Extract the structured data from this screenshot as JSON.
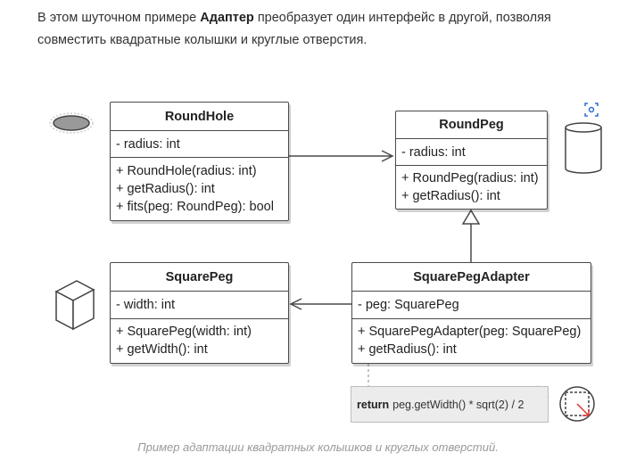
{
  "intro": {
    "pre": "В этом шуточном примере ",
    "bold": "Адаптер",
    "post": " преобразует один интерфейс в другой, позволяя совместить квадратные колышки и круглые отверстия."
  },
  "classes": {
    "round_hole": {
      "name": "RoundHole",
      "fields": [
        "- radius: int"
      ],
      "methods": [
        "+ RoundHole(radius: int)",
        "+ getRadius(): int",
        "+ fits(peg: RoundPeg): bool"
      ]
    },
    "round_peg": {
      "name": "RoundPeg",
      "fields": [
        "- radius: int"
      ],
      "methods": [
        "+ RoundPeg(radius: int)",
        "+ getRadius(): int"
      ]
    },
    "square_peg": {
      "name": "SquarePeg",
      "fields": [
        "- width: int"
      ],
      "methods": [
        "+ SquarePeg(width: int)",
        "+ getWidth(): int"
      ]
    },
    "adapter": {
      "name": "SquarePegAdapter",
      "fields": [
        "- peg: SquarePeg"
      ],
      "methods": [
        "+ SquarePegAdapter(peg: SquarePeg)",
        "+ getRadius(): int"
      ]
    }
  },
  "note": {
    "keyword": "return",
    "code": "peg.getWidth() * sqrt(2) / 2"
  },
  "caption": "Пример адаптации квадратных колышков и круглых отверстий.",
  "icons": [
    "round-hole-icon",
    "round-peg-cylinder-icon",
    "square-peg-cube-icon",
    "focus-icon",
    "square-in-circle-icon"
  ]
}
